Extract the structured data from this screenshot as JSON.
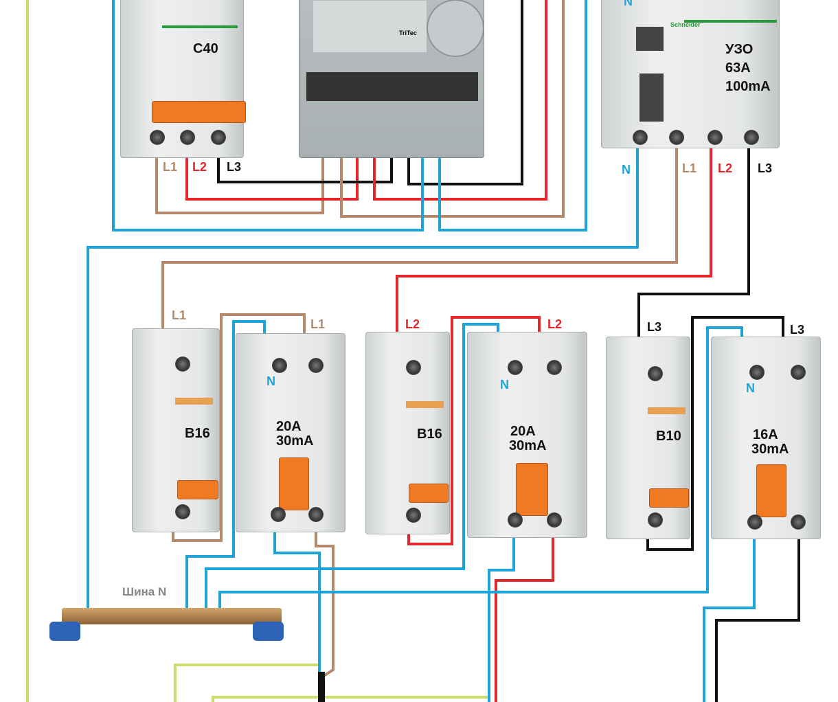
{
  "colors": {
    "L1": "#b5896a",
    "L2": "#e3262b",
    "L3": "#111111",
    "N": "#1ea4d9",
    "PE": "#c7de6a"
  },
  "main_breaker": {
    "rating": "C40"
  },
  "meter": {
    "brand": "TriTec"
  },
  "main_rcd": {
    "line1": "УЗО",
    "line2": "63A",
    "line3": "100mA",
    "brand": "Schneider"
  },
  "terminal_labels": {
    "L1": "L1",
    "L2": "L2",
    "L3": "L3",
    "N": "N"
  },
  "groups": [
    {
      "breaker": "B16",
      "rcd_current": "20A",
      "rcd_leak": "30mA"
    },
    {
      "breaker": "B16",
      "rcd_current": "20A",
      "rcd_leak": "30mA"
    },
    {
      "breaker": "B10",
      "rcd_current": "16A",
      "rcd_leak": "30mA"
    }
  ],
  "busbar": {
    "label": "Шина N"
  }
}
